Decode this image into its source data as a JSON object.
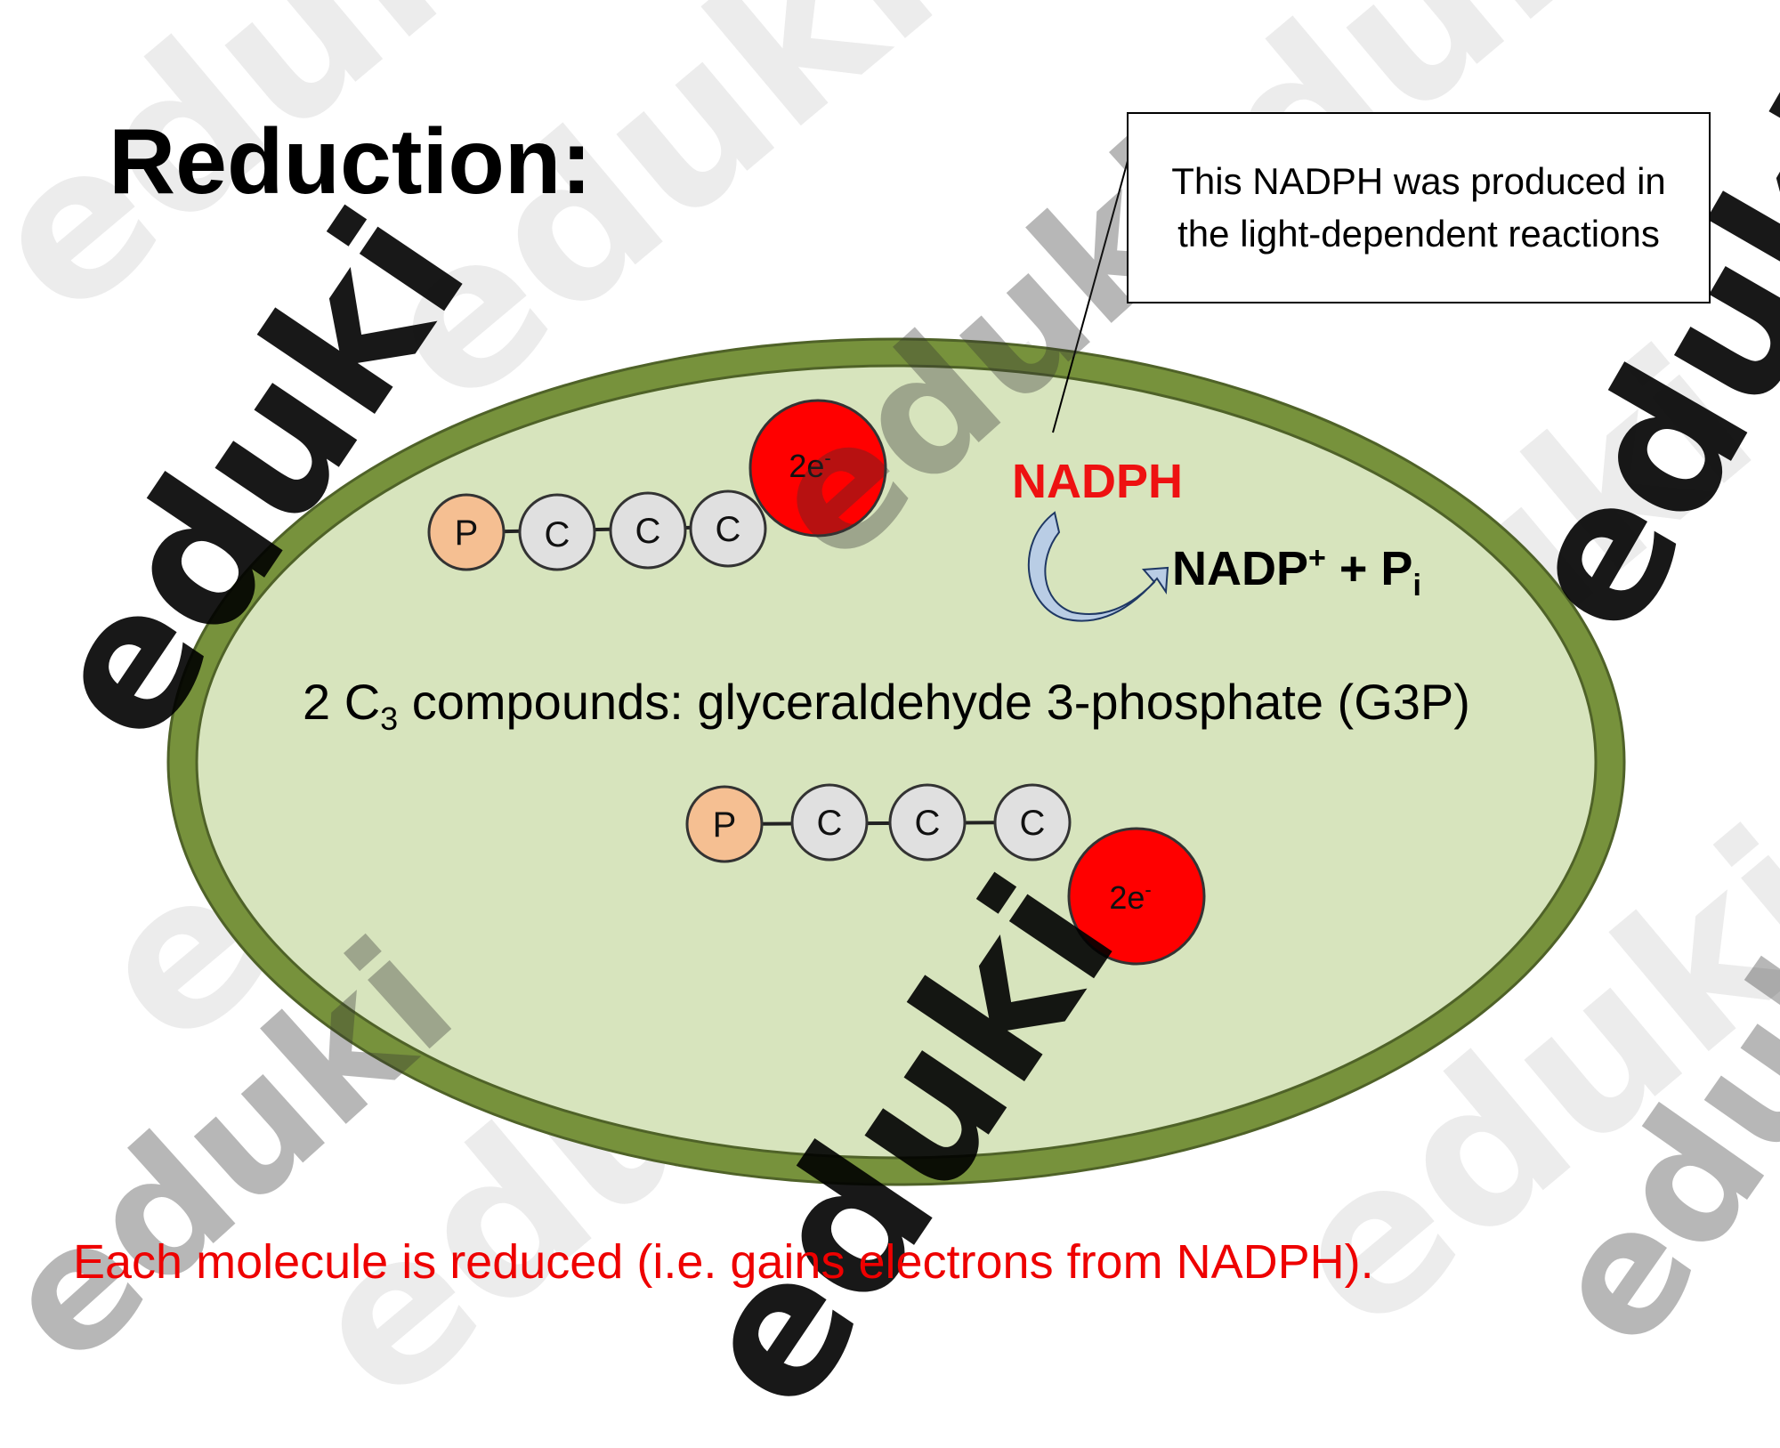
{
  "slide": {
    "title": "Reduction:",
    "callout_line1": "This NADPH was produced in",
    "callout_line2": "the light-dependent reactions",
    "nadph_label": "NADPH",
    "products": {
      "nadp": "NADP",
      "plus_sup": "+",
      "pi_p": " + P",
      "pi_sub": "i"
    },
    "compounds": {
      "prefix": "2 C",
      "sub": "3",
      "rest": " compounds: glyceraldehyde 3-phosphate (G3P)"
    },
    "footer": "Each molecule is reduced (i.e. gains electrons from NADPH).",
    "watermark": "eduki"
  },
  "molecules": [
    {
      "atoms": [
        "P",
        "C",
        "C",
        "C"
      ],
      "electron_label": "2e",
      "electron_sup": "-"
    },
    {
      "atoms": [
        "P",
        "C",
        "C",
        "C"
      ],
      "electron_label": "2e",
      "electron_sup": "-"
    }
  ],
  "colors": {
    "ellipse_outer": "#77923c",
    "ellipse_outer_stroke": "#4f6228",
    "ellipse_inner": "#d7e4bd",
    "phosphate": "#f5bf92",
    "carbon": "#e0e0e0",
    "electron": "#ff0000",
    "arrow": "#b9cde5",
    "nadph": "#ee1111",
    "footer": "#ee0000"
  }
}
